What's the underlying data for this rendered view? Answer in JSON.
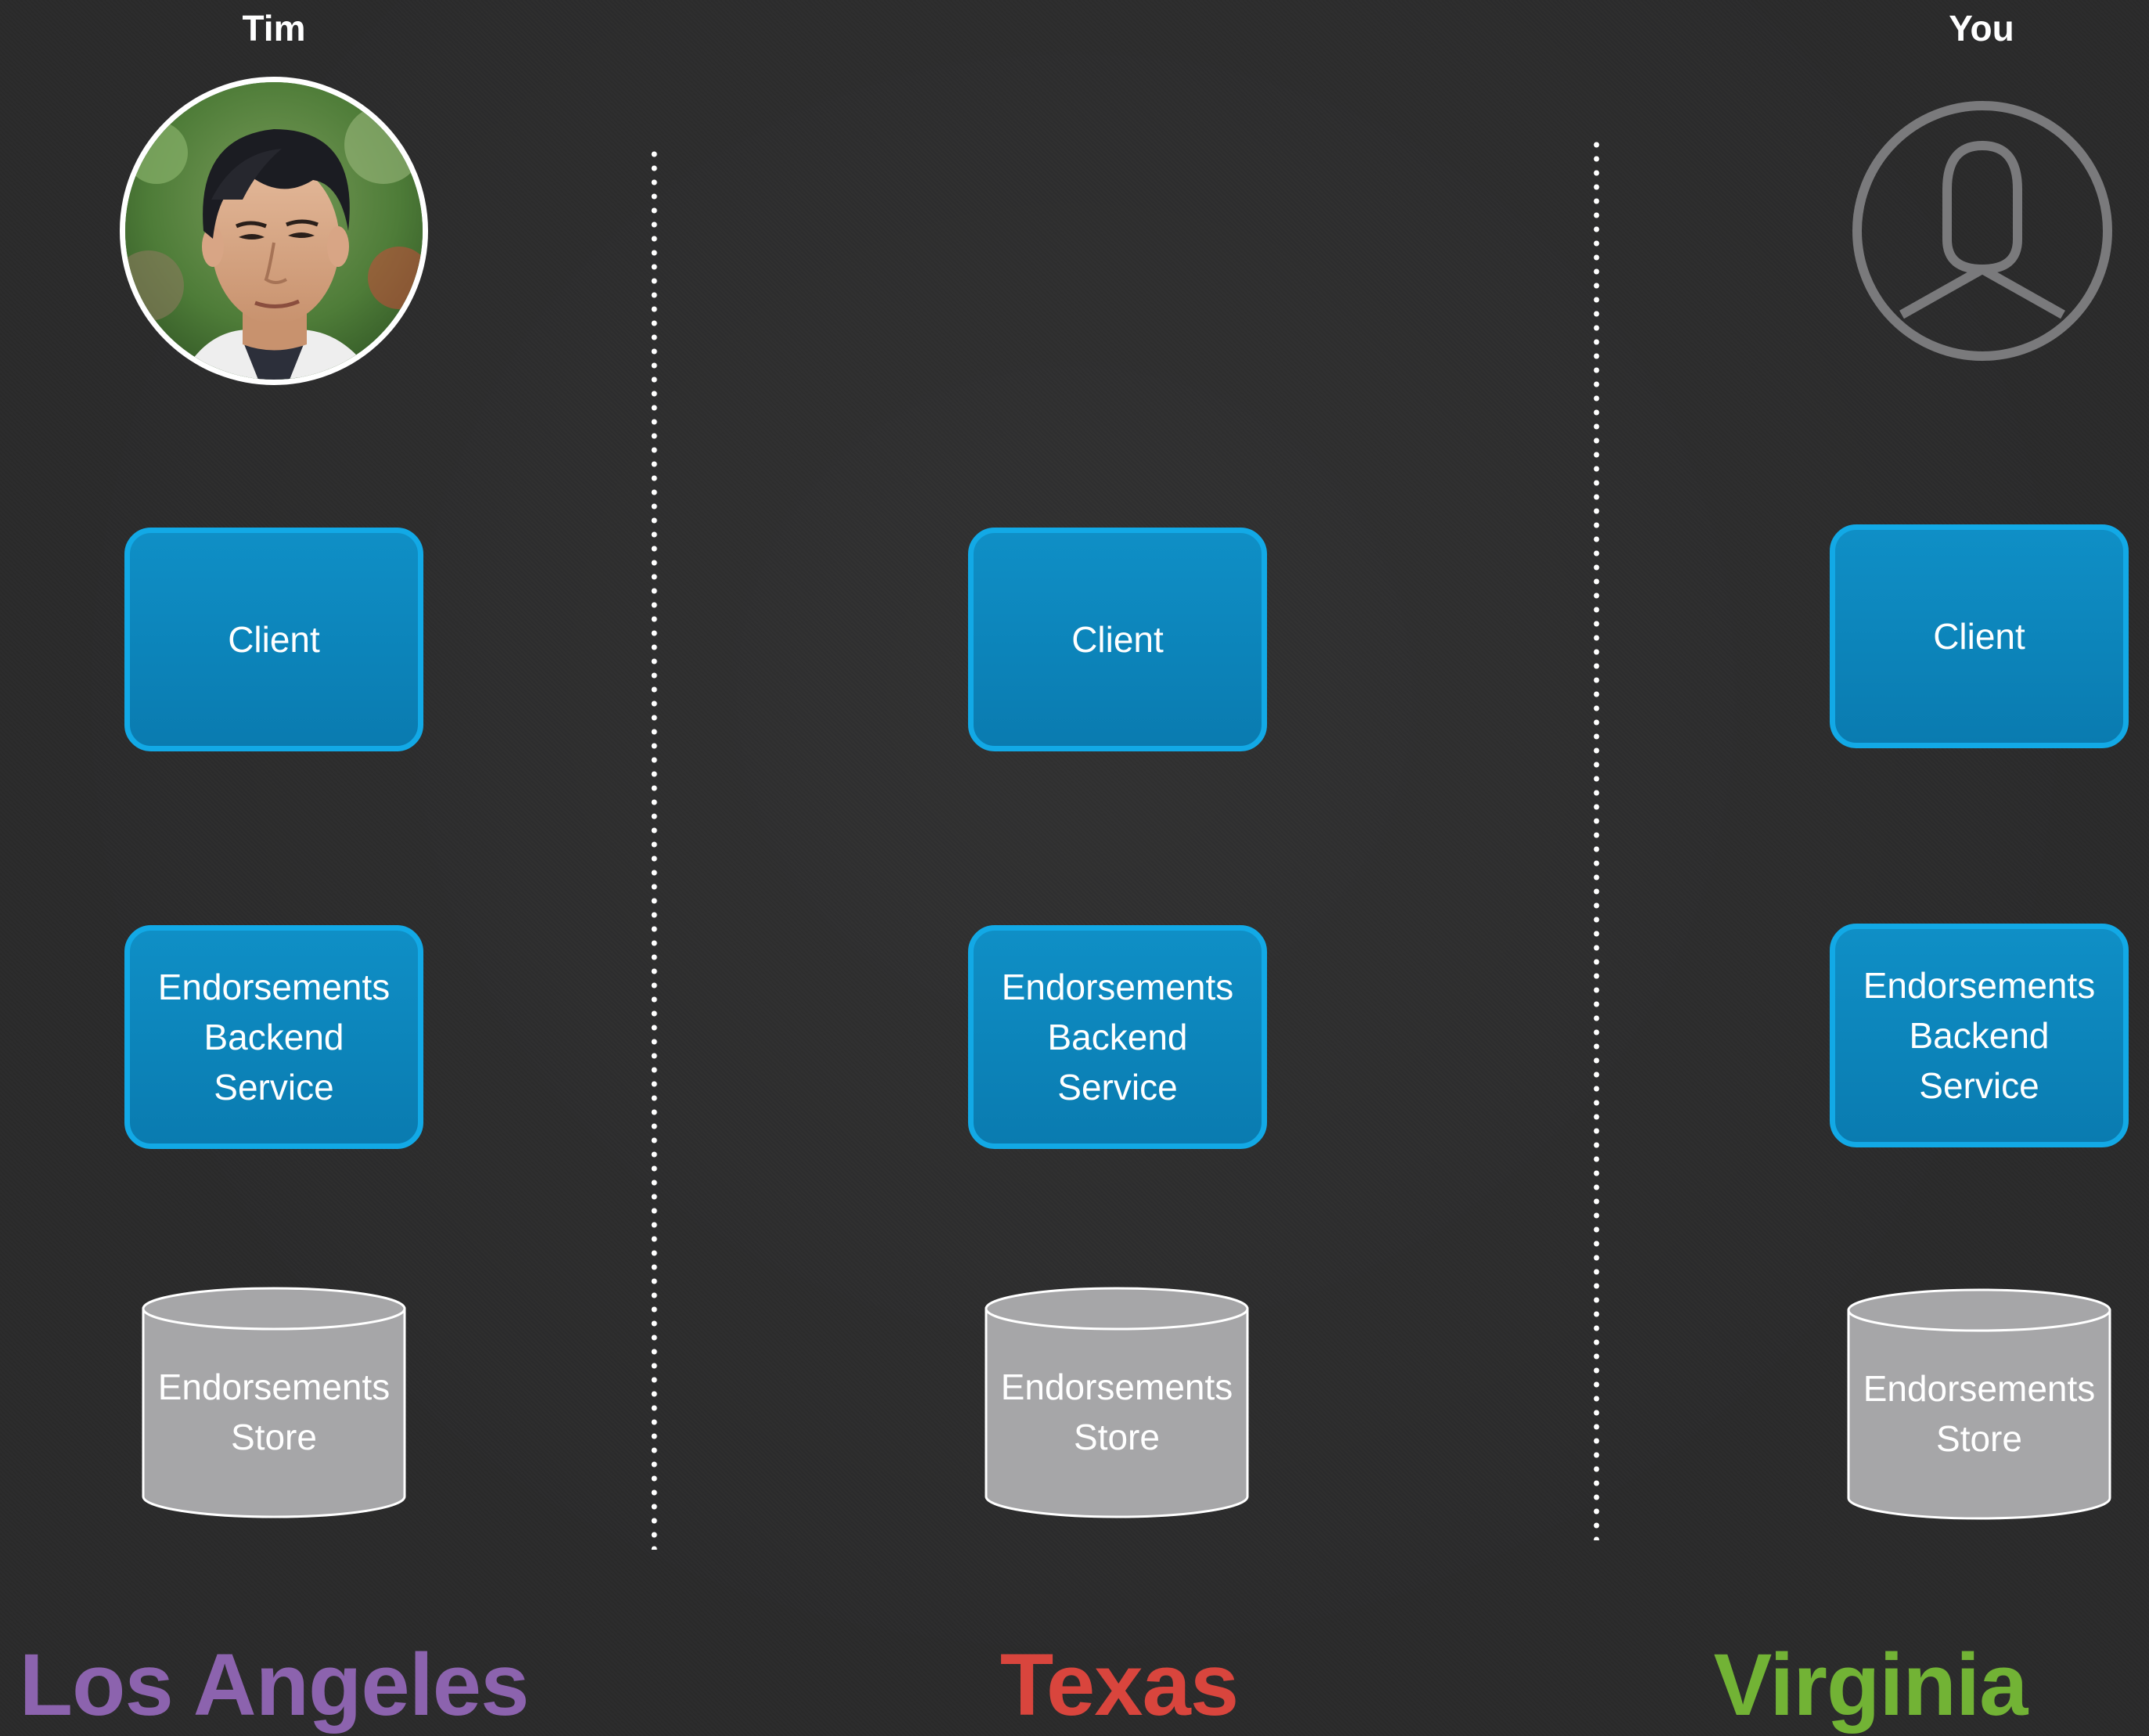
{
  "users": {
    "left": {
      "name": "Tim",
      "avatar": "photo-portrait"
    },
    "right": {
      "name": "You",
      "avatar": "generic-user-icon"
    }
  },
  "columns": [
    {
      "client_label": "Client",
      "backend_label": "Endorsements\nBackend\nService",
      "store_label": "Endorsements\nStore",
      "region": "Los Angeles",
      "region_color": "#8c63ae"
    },
    {
      "client_label": "Client",
      "backend_label": "Endorsements\nBackend\nService",
      "store_label": "Endorsements\nStore",
      "region": "Texas",
      "region_color": "#d9453d"
    },
    {
      "client_label": "Client",
      "backend_label": "Endorsements\nBackend\nService",
      "store_label": "Endorsements\nStore",
      "region": "Virginia",
      "region_color": "#72b335"
    }
  ],
  "colors": {
    "background": "#2a2a2b",
    "box_fill": "#0a86bd",
    "box_border": "#12a9e6",
    "store_fill": "#a6a6a8",
    "generic_icon": "#7a7a7c"
  }
}
